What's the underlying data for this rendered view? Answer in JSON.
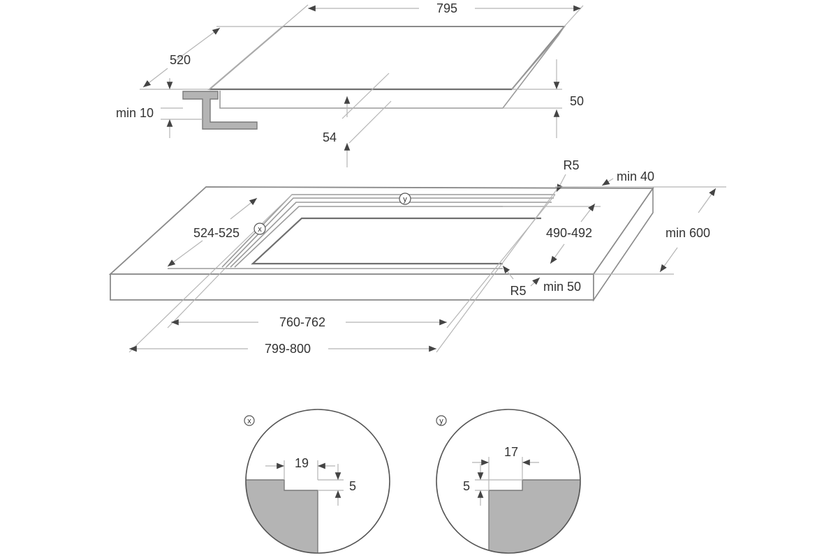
{
  "title": "Hob installation dimensions diagram",
  "hob": {
    "width": "795",
    "depth": "520",
    "height": "50",
    "clearance_below": "54",
    "bracket_min": "min 10"
  },
  "cutout": {
    "depth": "524-525",
    "inner_depth": "490-492",
    "inner_width": "760-762",
    "outer_width": "799-800",
    "radius_back": "R5",
    "radius_front": "R5",
    "back_min": "min 40",
    "front_min": "min 50",
    "worktop_min_depth": "min 600",
    "tag_x": "x",
    "tag_y": "y"
  },
  "details": {
    "x": {
      "tag": "x",
      "width": "19",
      "depth": "5"
    },
    "y": {
      "tag": "y",
      "width": "17",
      "depth": "5"
    }
  },
  "colors": {
    "line": "#9a9a9a",
    "fill": "#b4b4b4",
    "text": "#333333"
  }
}
